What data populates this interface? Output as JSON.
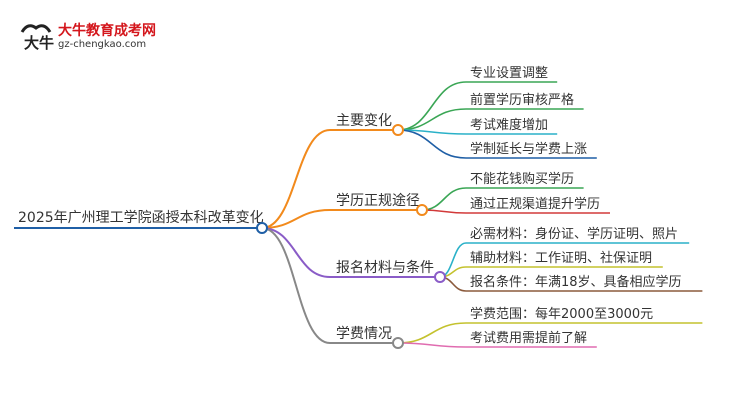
{
  "logo": {
    "title": "大牛教育成考网",
    "url": "gz-chengkao.com",
    "mark_text": "大牛"
  },
  "root": {
    "label": "2025年广州理工学院函授本科改革变化",
    "color": "#1f5fa6"
  },
  "branches": [
    {
      "label": "主要变化",
      "color": "#f28a1c",
      "children": [
        {
          "label": "专业设置调整",
          "color": "#3aa655"
        },
        {
          "label": "前置学历审核严格",
          "color": "#3aa655"
        },
        {
          "label": "考试难度增加",
          "color": "#2ab1c8"
        },
        {
          "label": "学制延长与学费上涨",
          "color": "#1f5fa6"
        }
      ]
    },
    {
      "label": "学历正规途径",
      "color": "#f28a1c",
      "children": [
        {
          "label": "不能花钱购买学历",
          "color": "#3aa655"
        },
        {
          "label": "通过正规渠道提升学历",
          "color": "#d23a3a"
        }
      ]
    },
    {
      "label": "报名材料与条件",
      "color": "#8a5cc7",
      "children": [
        {
          "label": "必需材料：身份证、学历证明、照片",
          "color": "#2ab1c8"
        },
        {
          "label": "辅助材料：工作证明、社保证明",
          "color": "#c4c22e"
        },
        {
          "label": "报名条件：年满18岁、具备相应学历",
          "color": "#8b5a3c"
        }
      ]
    },
    {
      "label": "学费情况",
      "color": "#888888",
      "children": [
        {
          "label": "学费范围：每年2000至3000元",
          "color": "#c4c22e"
        },
        {
          "label": "考试费用需提前了解",
          "color": "#e06cb0"
        }
      ]
    }
  ]
}
